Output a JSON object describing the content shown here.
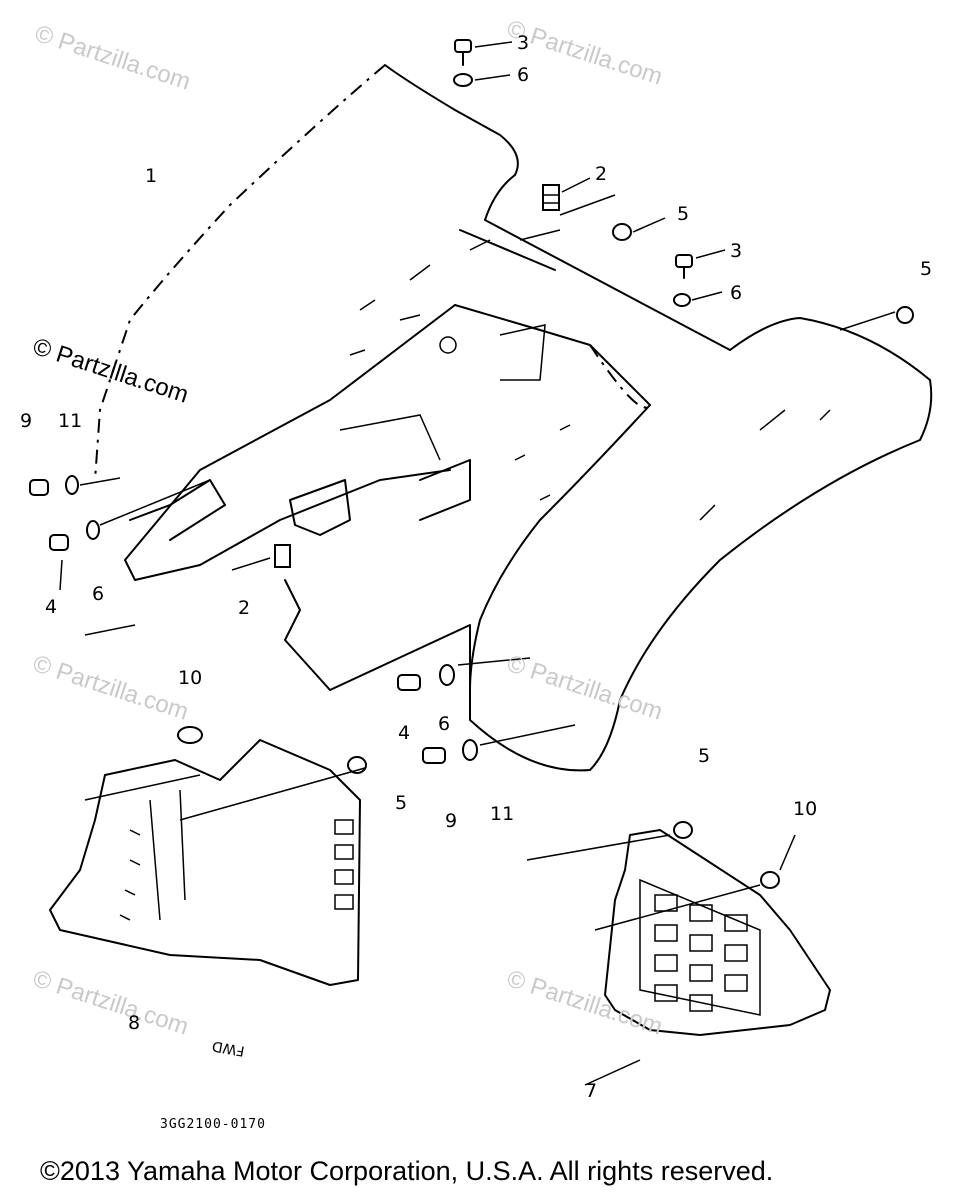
{
  "watermarks": {
    "text": "© Partzilla.com",
    "prominent": "© Partzilla.com"
  },
  "labels": {
    "n1": "1",
    "n2a": "2",
    "n2b": "2",
    "n3a": "3",
    "n3b": "3",
    "n4a": "4",
    "n4b": "4",
    "n5a": "5",
    "n5b": "5",
    "n5c": "5",
    "n5d": "5",
    "n6a": "6",
    "n6b": "6",
    "n6c": "6",
    "n6d": "6",
    "n7": "7",
    "n8": "8",
    "n9a": "9",
    "n9b": "9",
    "n10a": "10",
    "n10b": "10",
    "n11a": "11",
    "n11b": "11"
  },
  "drawing_code": "3GG2100-0170",
  "forward_mark": "FWD",
  "copyright": "©2013  Yamaha Motor Corporation, U.S.A. All rights reserved."
}
